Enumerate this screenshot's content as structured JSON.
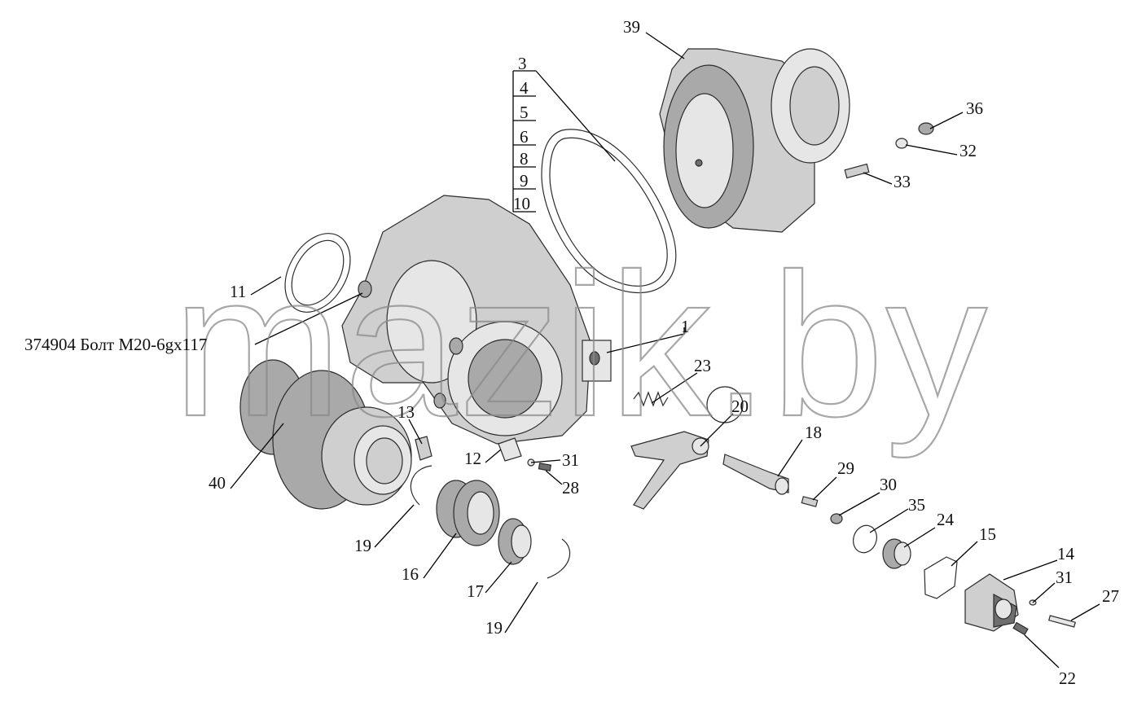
{
  "watermark": "mazik.by",
  "bolt_note": "374904 Болт М20-6gx117",
  "labels": {
    "l1": "1",
    "l3": "3",
    "l4": "4",
    "l5": "5",
    "l6": "6",
    "l8": "8",
    "l9": "9",
    "l10": "10",
    "l11": "11",
    "l12": "12",
    "l13": "13",
    "l14": "14",
    "l15": "15",
    "l16": "16",
    "l17": "17",
    "l18": "18",
    "l19a": "19",
    "l19b": "19",
    "l20": "20",
    "l22": "22",
    "l23": "23",
    "l24": "24",
    "l27": "27",
    "l28": "28",
    "l29": "29",
    "l30": "30",
    "l31a": "31",
    "l31b": "31",
    "l32": "32",
    "l33": "33",
    "l35": "35",
    "l36": "36",
    "l39": "39",
    "l40": "40"
  }
}
